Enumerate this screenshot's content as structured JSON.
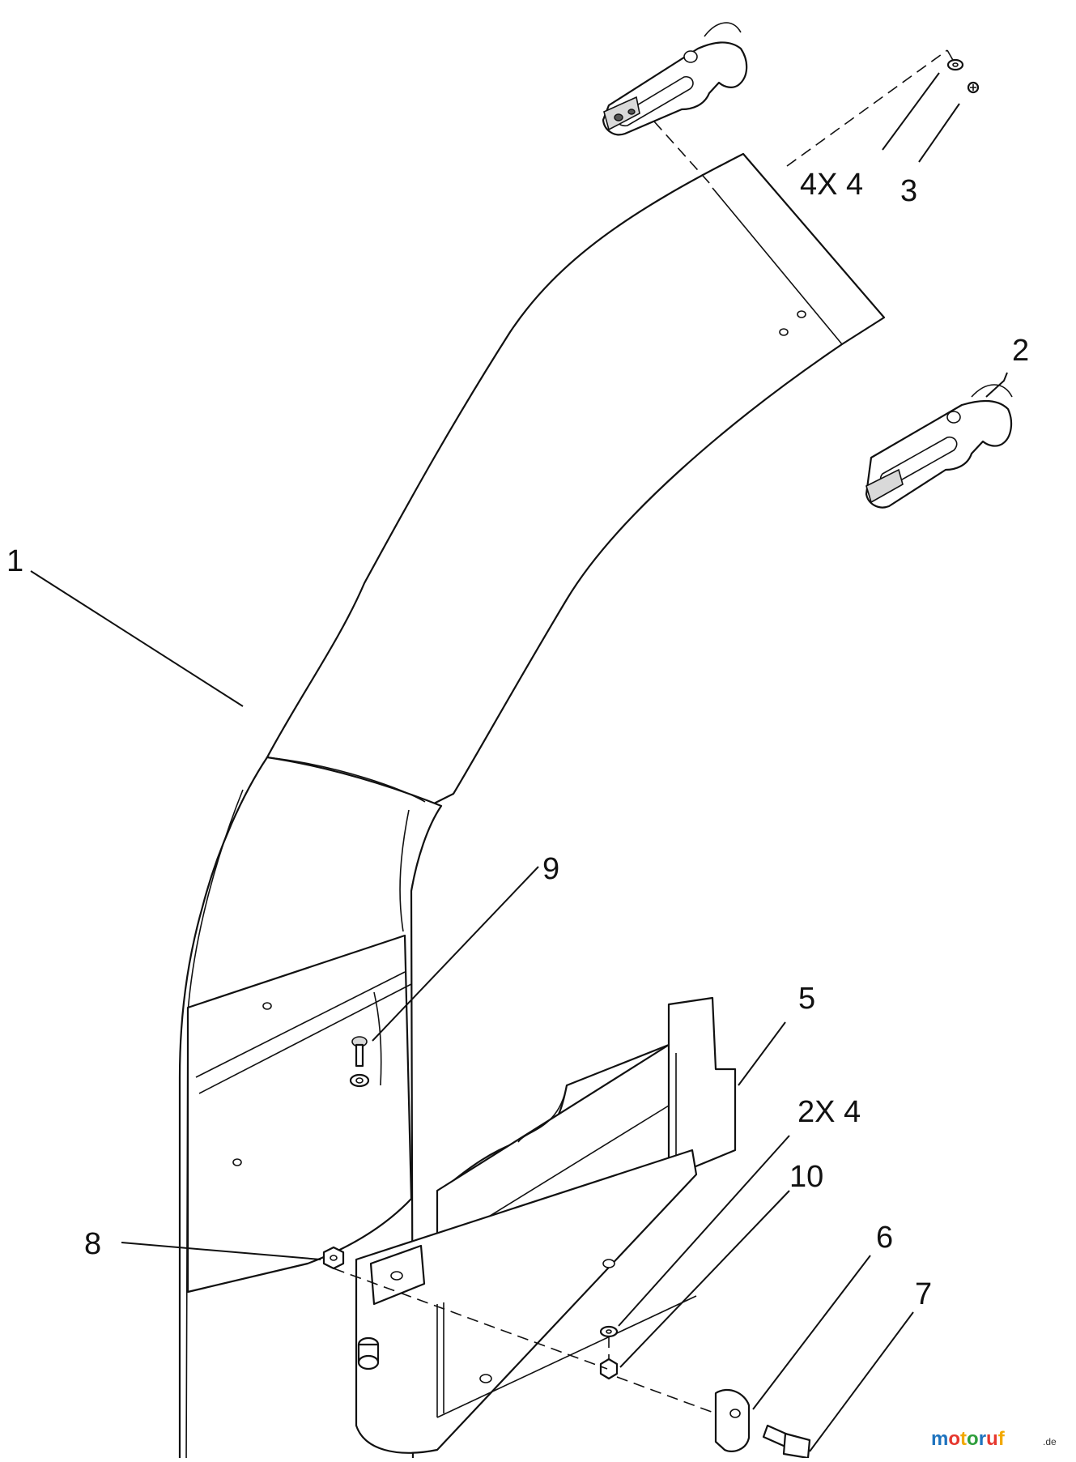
{
  "callouts": {
    "c1": "1",
    "c2": "2",
    "c3": "3",
    "c4x4": "4X 4",
    "c5": "5",
    "c6": "6",
    "c7": "7",
    "c8": "8",
    "c9": "9",
    "c10": "10",
    "c2x4": "2X 4"
  },
  "watermark": {
    "brand": "motoruf",
    "suffix": ".de",
    "colors": [
      "#1e73be",
      "#e6372e",
      "#f2a900",
      "#2e9e3c"
    ]
  }
}
